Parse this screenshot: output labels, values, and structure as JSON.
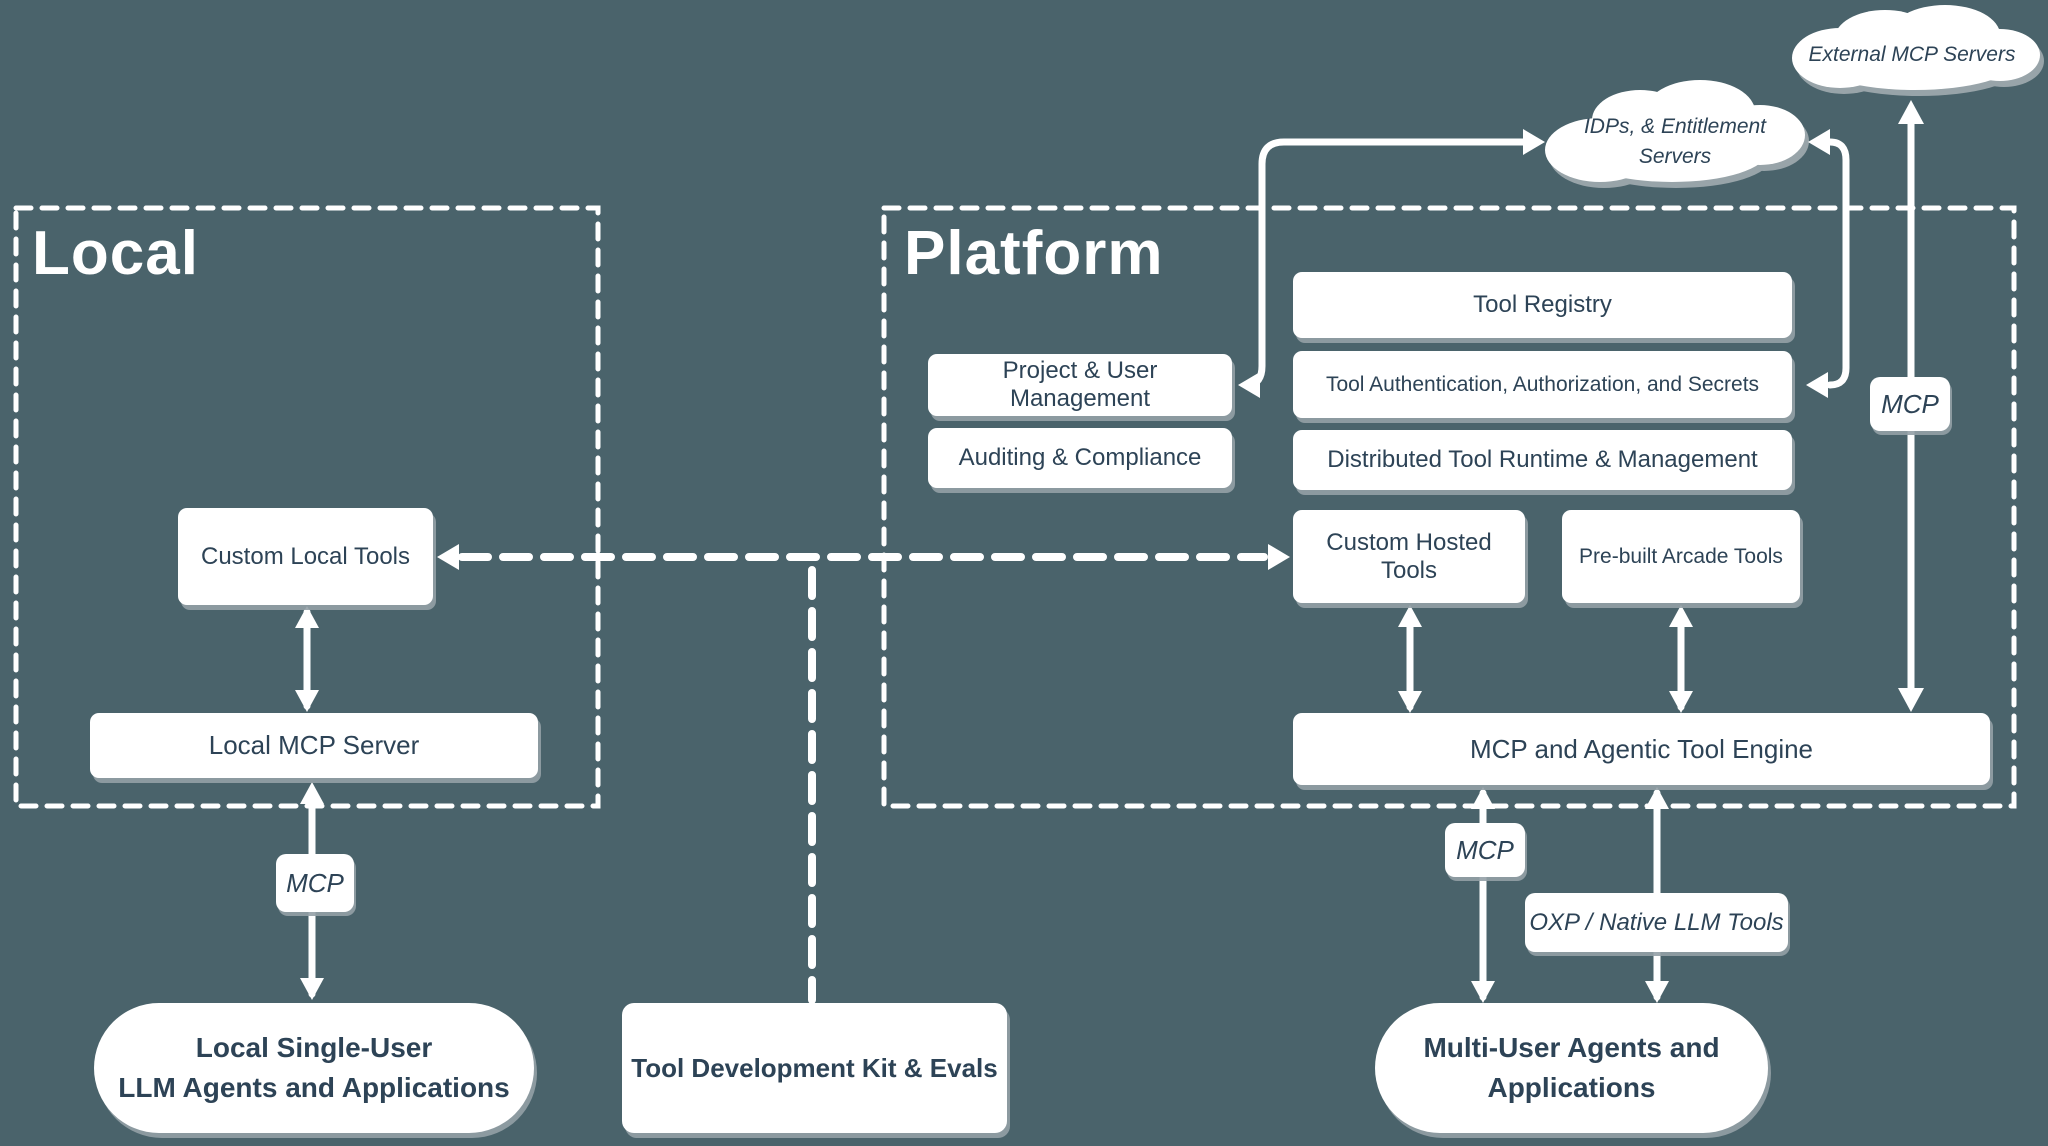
{
  "palette": {
    "background": "#4a636b",
    "ink": "#2d4356",
    "line": "#ffffff",
    "shadow": "#93a0a6"
  },
  "containers": {
    "local": {
      "title": "Local"
    },
    "platform": {
      "title": "Platform"
    }
  },
  "clouds": {
    "external": {
      "label": "External MCP Servers"
    },
    "idps": {
      "label_line1": "IDPs, & Entitlement",
      "label_line2": "Servers"
    }
  },
  "boxes": {
    "custom_local_tools": "Custom Local Tools",
    "local_mcp_server": "Local MCP Server",
    "tool_registry": "Tool Registry",
    "project_user_management": "Project & User Management",
    "tool_auth": "Tool Authentication, Authorization, and Secrets",
    "auditing_compliance": "Auditing & Compliance",
    "distributed_runtime": "Distributed Tool Runtime & Management",
    "custom_hosted_tools": "Custom Hosted Tools",
    "prebuilt_arcade_tools": "Pre-built Arcade Tools",
    "engine": "MCP and Agentic Tool Engine",
    "tool_dev_kit": "Tool Development Kit & Evals"
  },
  "pills": {
    "local_agents_line1": "Local Single-User",
    "local_agents_line2": "LLM Agents and Applications",
    "multi_user_line1": "Multi-User Agents and",
    "multi_user_line2": "Applications"
  },
  "labels": {
    "mcp_local": "MCP",
    "mcp_external": "MCP",
    "mcp_engine": "MCP",
    "oxp_native": "OXP / Native LLM Tools"
  }
}
